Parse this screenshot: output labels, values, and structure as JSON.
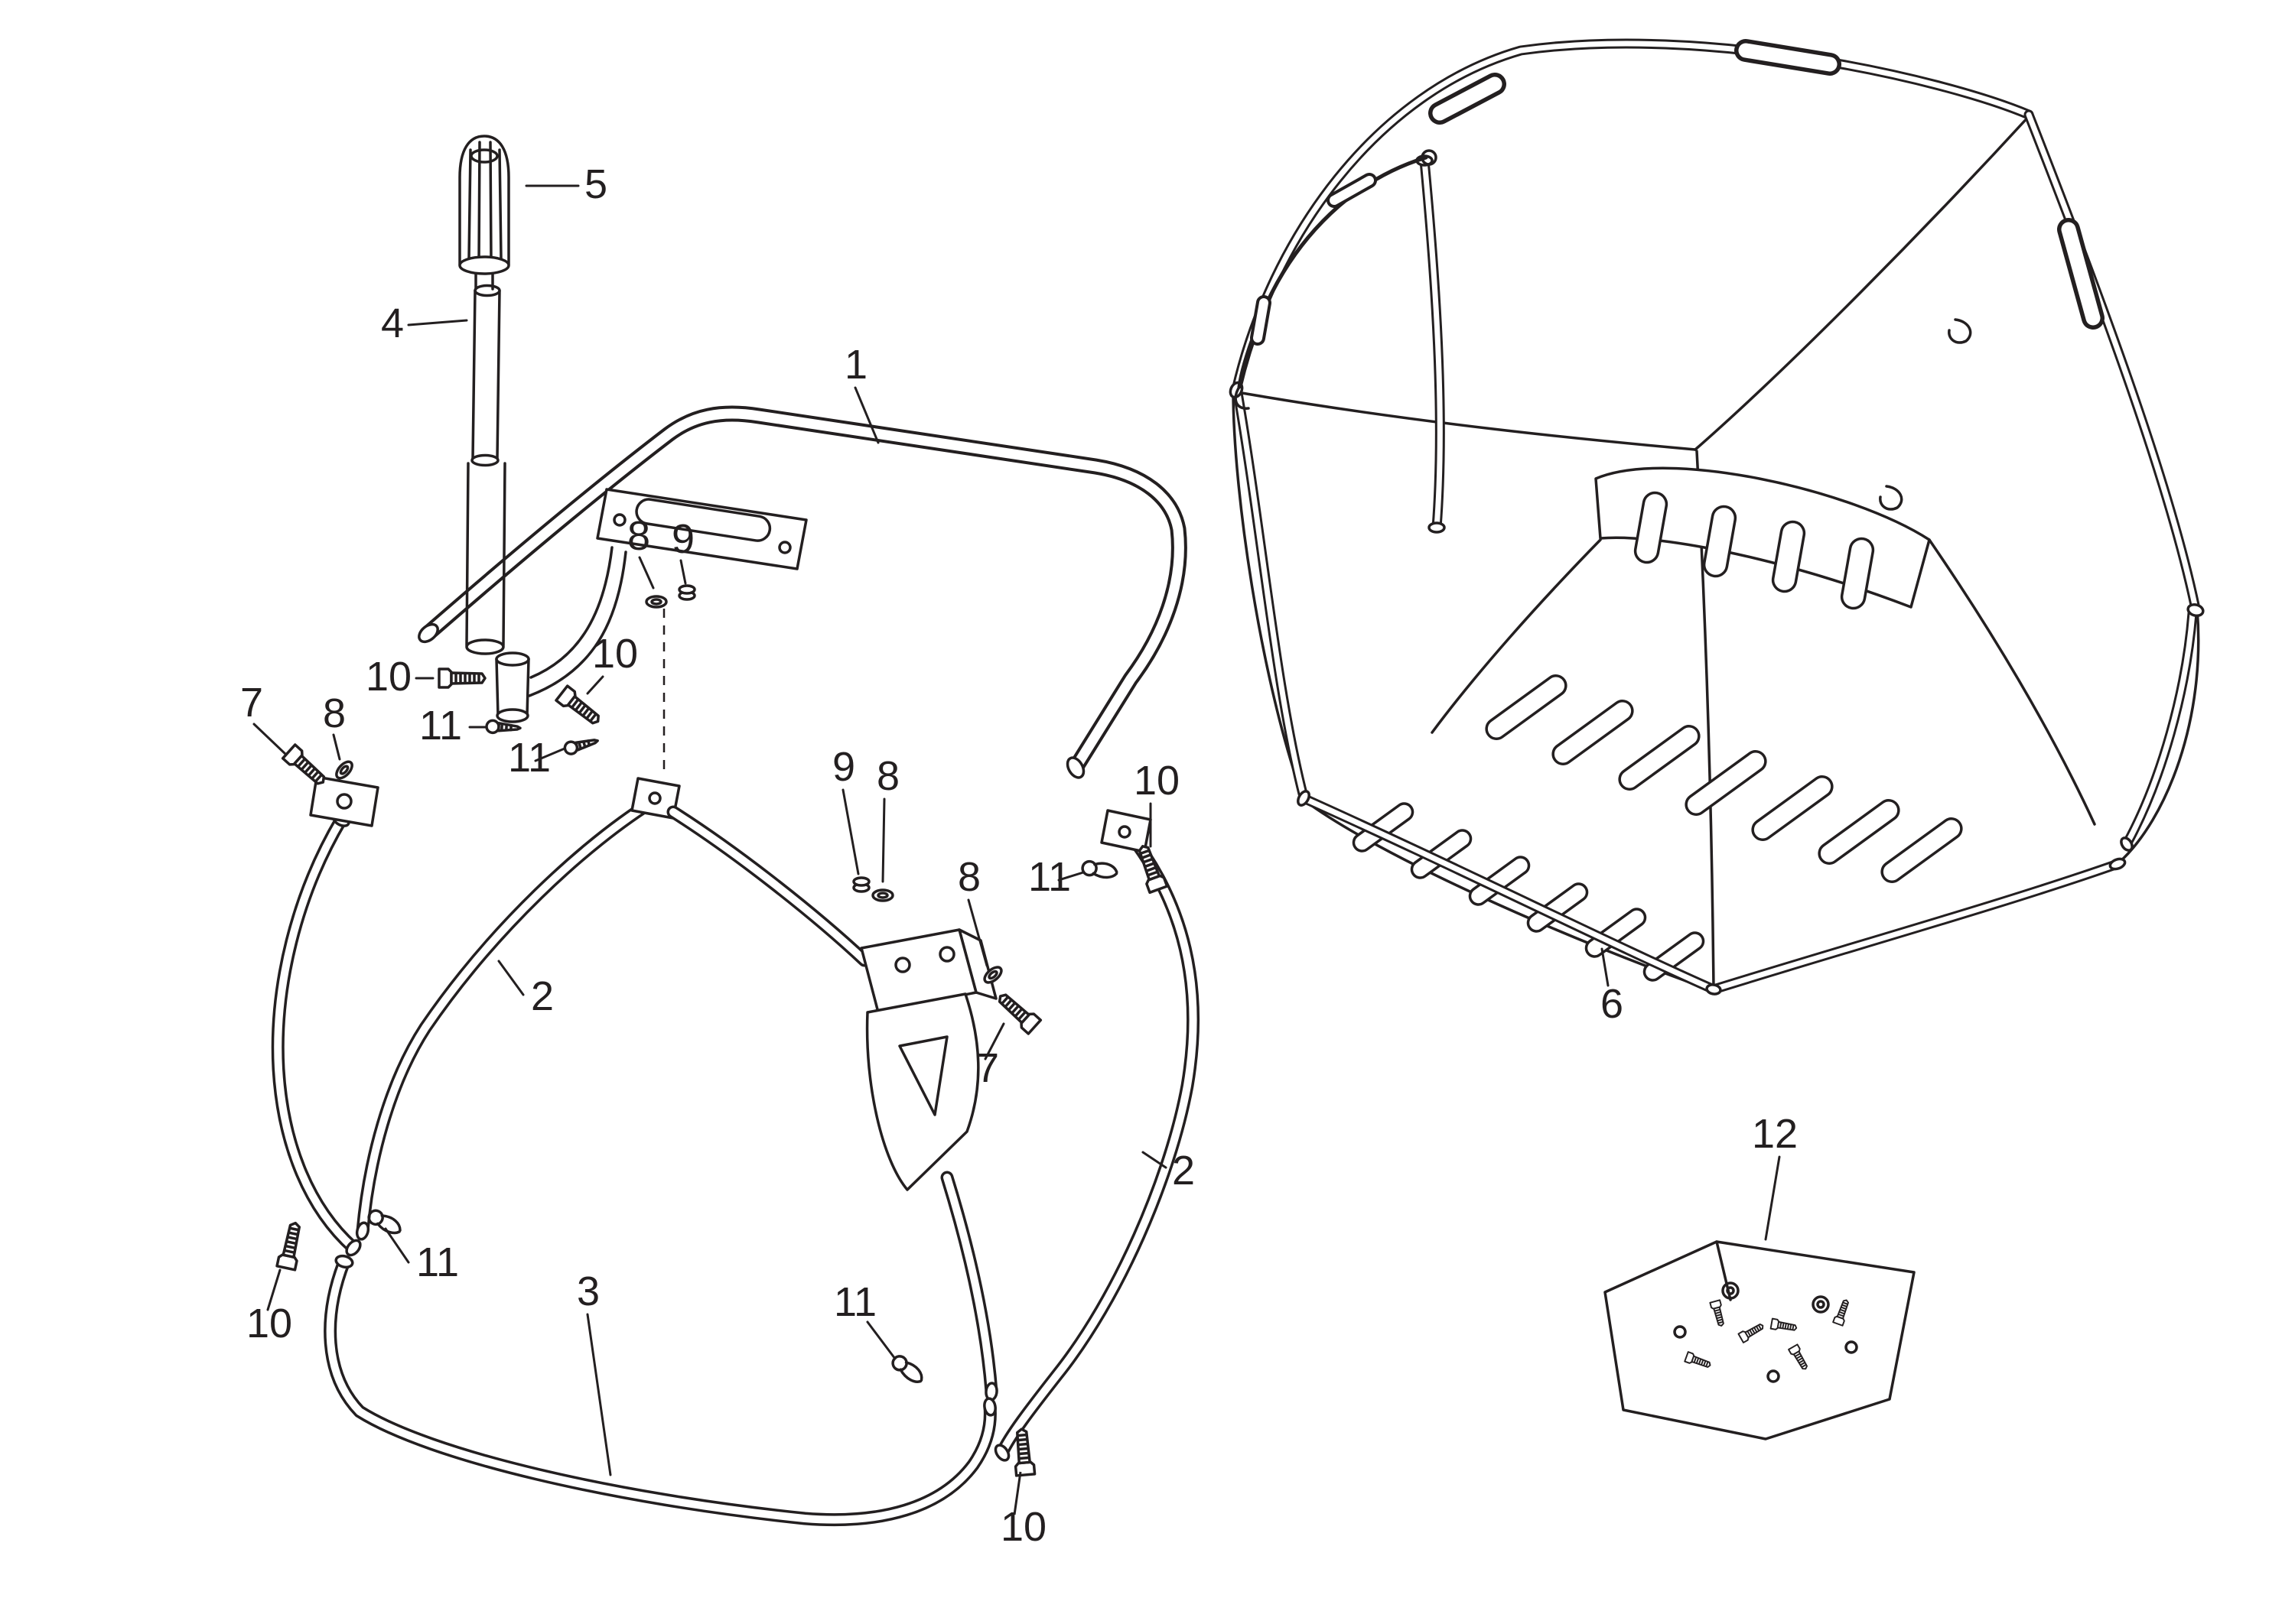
{
  "diagram": {
    "type": "exploded-parts-diagram",
    "background_color": "#ffffff",
    "line_color": "#231f20",
    "callouts": [
      {
        "id": "part-5",
        "label": "5"
      },
      {
        "id": "part-4",
        "label": "4"
      },
      {
        "id": "part-1",
        "label": "1"
      },
      {
        "id": "part-8-a",
        "label": "8"
      },
      {
        "id": "part-9-a",
        "label": "9"
      },
      {
        "id": "part-10-a",
        "label": "10"
      },
      {
        "id": "part-11-a",
        "label": "11"
      },
      {
        "id": "part-10-b",
        "label": "10"
      },
      {
        "id": "part-11-b",
        "label": "11"
      },
      {
        "id": "part-7-a",
        "label": "7"
      },
      {
        "id": "part-8-b",
        "label": "8"
      },
      {
        "id": "part-9-b",
        "label": "9"
      },
      {
        "id": "part-8-c",
        "label": "8"
      },
      {
        "id": "part-8-d",
        "label": "8"
      },
      {
        "id": "part-7-b",
        "label": "7"
      },
      {
        "id": "part-10-c",
        "label": "10"
      },
      {
        "id": "part-11-c",
        "label": "11"
      },
      {
        "id": "part-2-a",
        "label": "2"
      },
      {
        "id": "part-2-b",
        "label": "2"
      },
      {
        "id": "part-3",
        "label": "3"
      },
      {
        "id": "part-10-d",
        "label": "10"
      },
      {
        "id": "part-11-d",
        "label": "11"
      },
      {
        "id": "part-11-e",
        "label": "11"
      },
      {
        "id": "part-10-e",
        "label": "10"
      },
      {
        "id": "part-6",
        "label": "6"
      },
      {
        "id": "part-12",
        "label": "12"
      }
    ]
  }
}
